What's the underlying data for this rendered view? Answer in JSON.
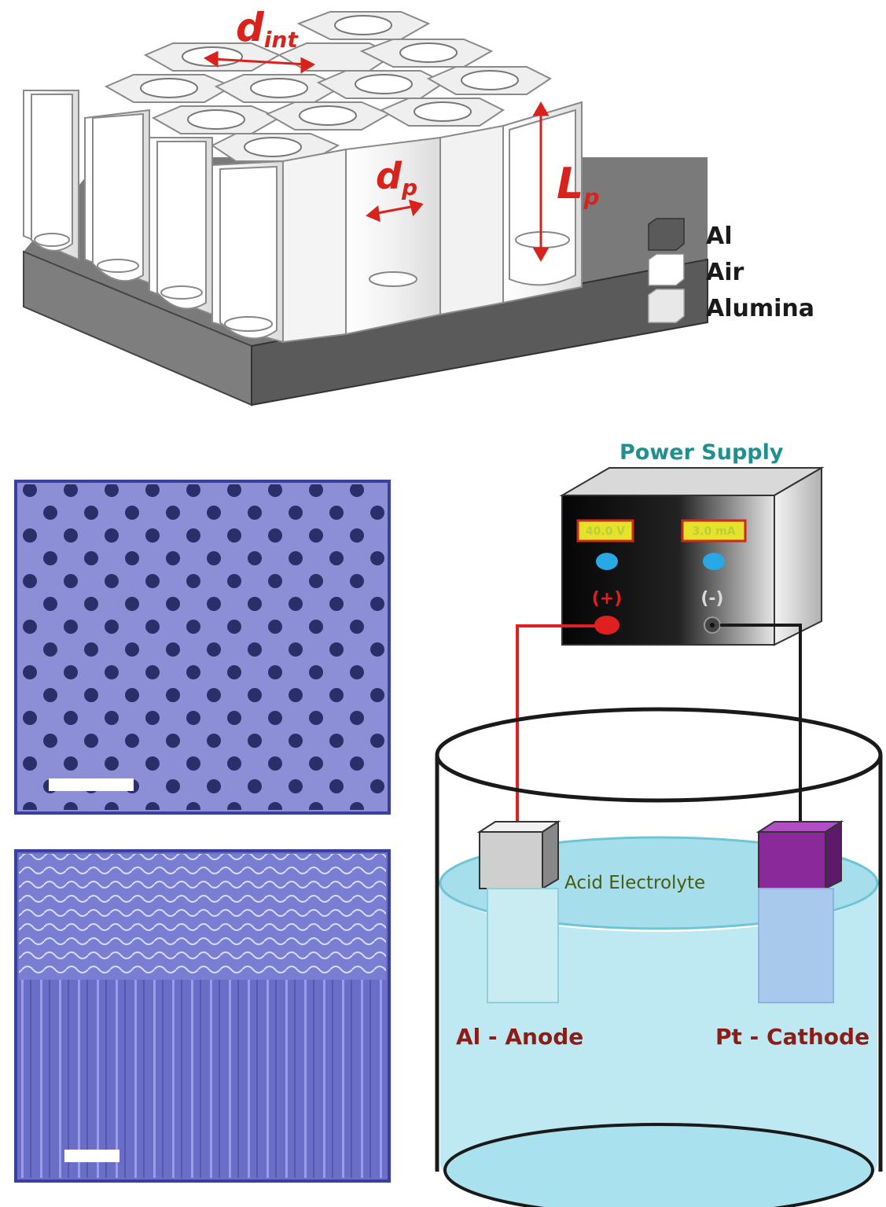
{
  "structure": {
    "labels": {
      "d_int_main": "d",
      "d_int_sub": "int",
      "d_p_main": "d",
      "d_p_sub": "p",
      "L_p_main": "L",
      "L_p_sub": "p"
    },
    "legend": [
      {
        "label": "Al",
        "color": "#5a5a5a"
      },
      {
        "label": "Air",
        "color": "#ffffff"
      },
      {
        "label": "Alumina",
        "color": "#e8e8e8"
      }
    ]
  },
  "sem": {
    "top_color": "#8d8fd6",
    "bottom_color": "#6b6fc8",
    "border_color": "#3a3fa0"
  },
  "setup": {
    "power_supply_title": "Power Supply",
    "voltage": "40.0 V",
    "current": "3.0 mA",
    "plus_label": "(+)",
    "minus_label": "(-)",
    "electrolyte_label": "Acid Electrolyte",
    "anode_label": "Al - Anode",
    "cathode_label": "Pt - Cathode",
    "wire_positive_color": "#e02020",
    "wire_negative_color": "#1a1a1a",
    "cathode_color": "#8a2a9a",
    "electrolyte_color": "#bfe9f2"
  }
}
